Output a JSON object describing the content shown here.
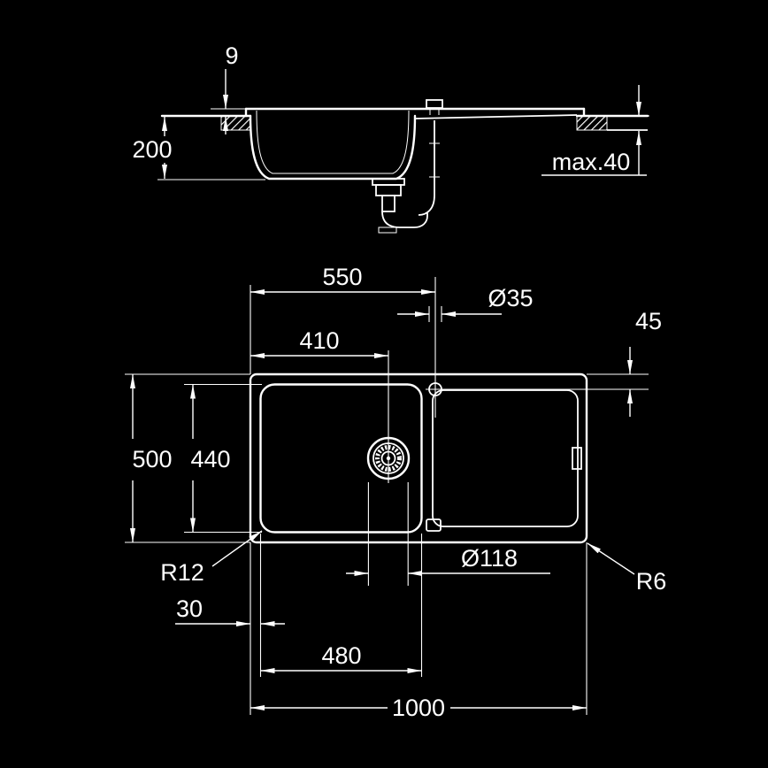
{
  "title": "Kitchen sink installation technical drawing",
  "colors": {
    "background": "#000000",
    "line": "#ffffff"
  },
  "section_view": {
    "rim_height": "9",
    "bowl_depth": "200",
    "counter_thickness": "max.40"
  },
  "plan_view": {
    "tap_center_from_left": "550",
    "tap_hole_diameter": "Ø35",
    "tap_center_from_top": "45",
    "drain_center_from_left": "410",
    "overall_depth": "500",
    "bowl_inner_depth": "440",
    "bowl_corner_radius": "R12",
    "bowl_offset_left": "30",
    "bowl_inner_width": "480",
    "overall_width": "1000",
    "drain_diameter": "Ø118",
    "outer_corner_radius": "R6"
  }
}
